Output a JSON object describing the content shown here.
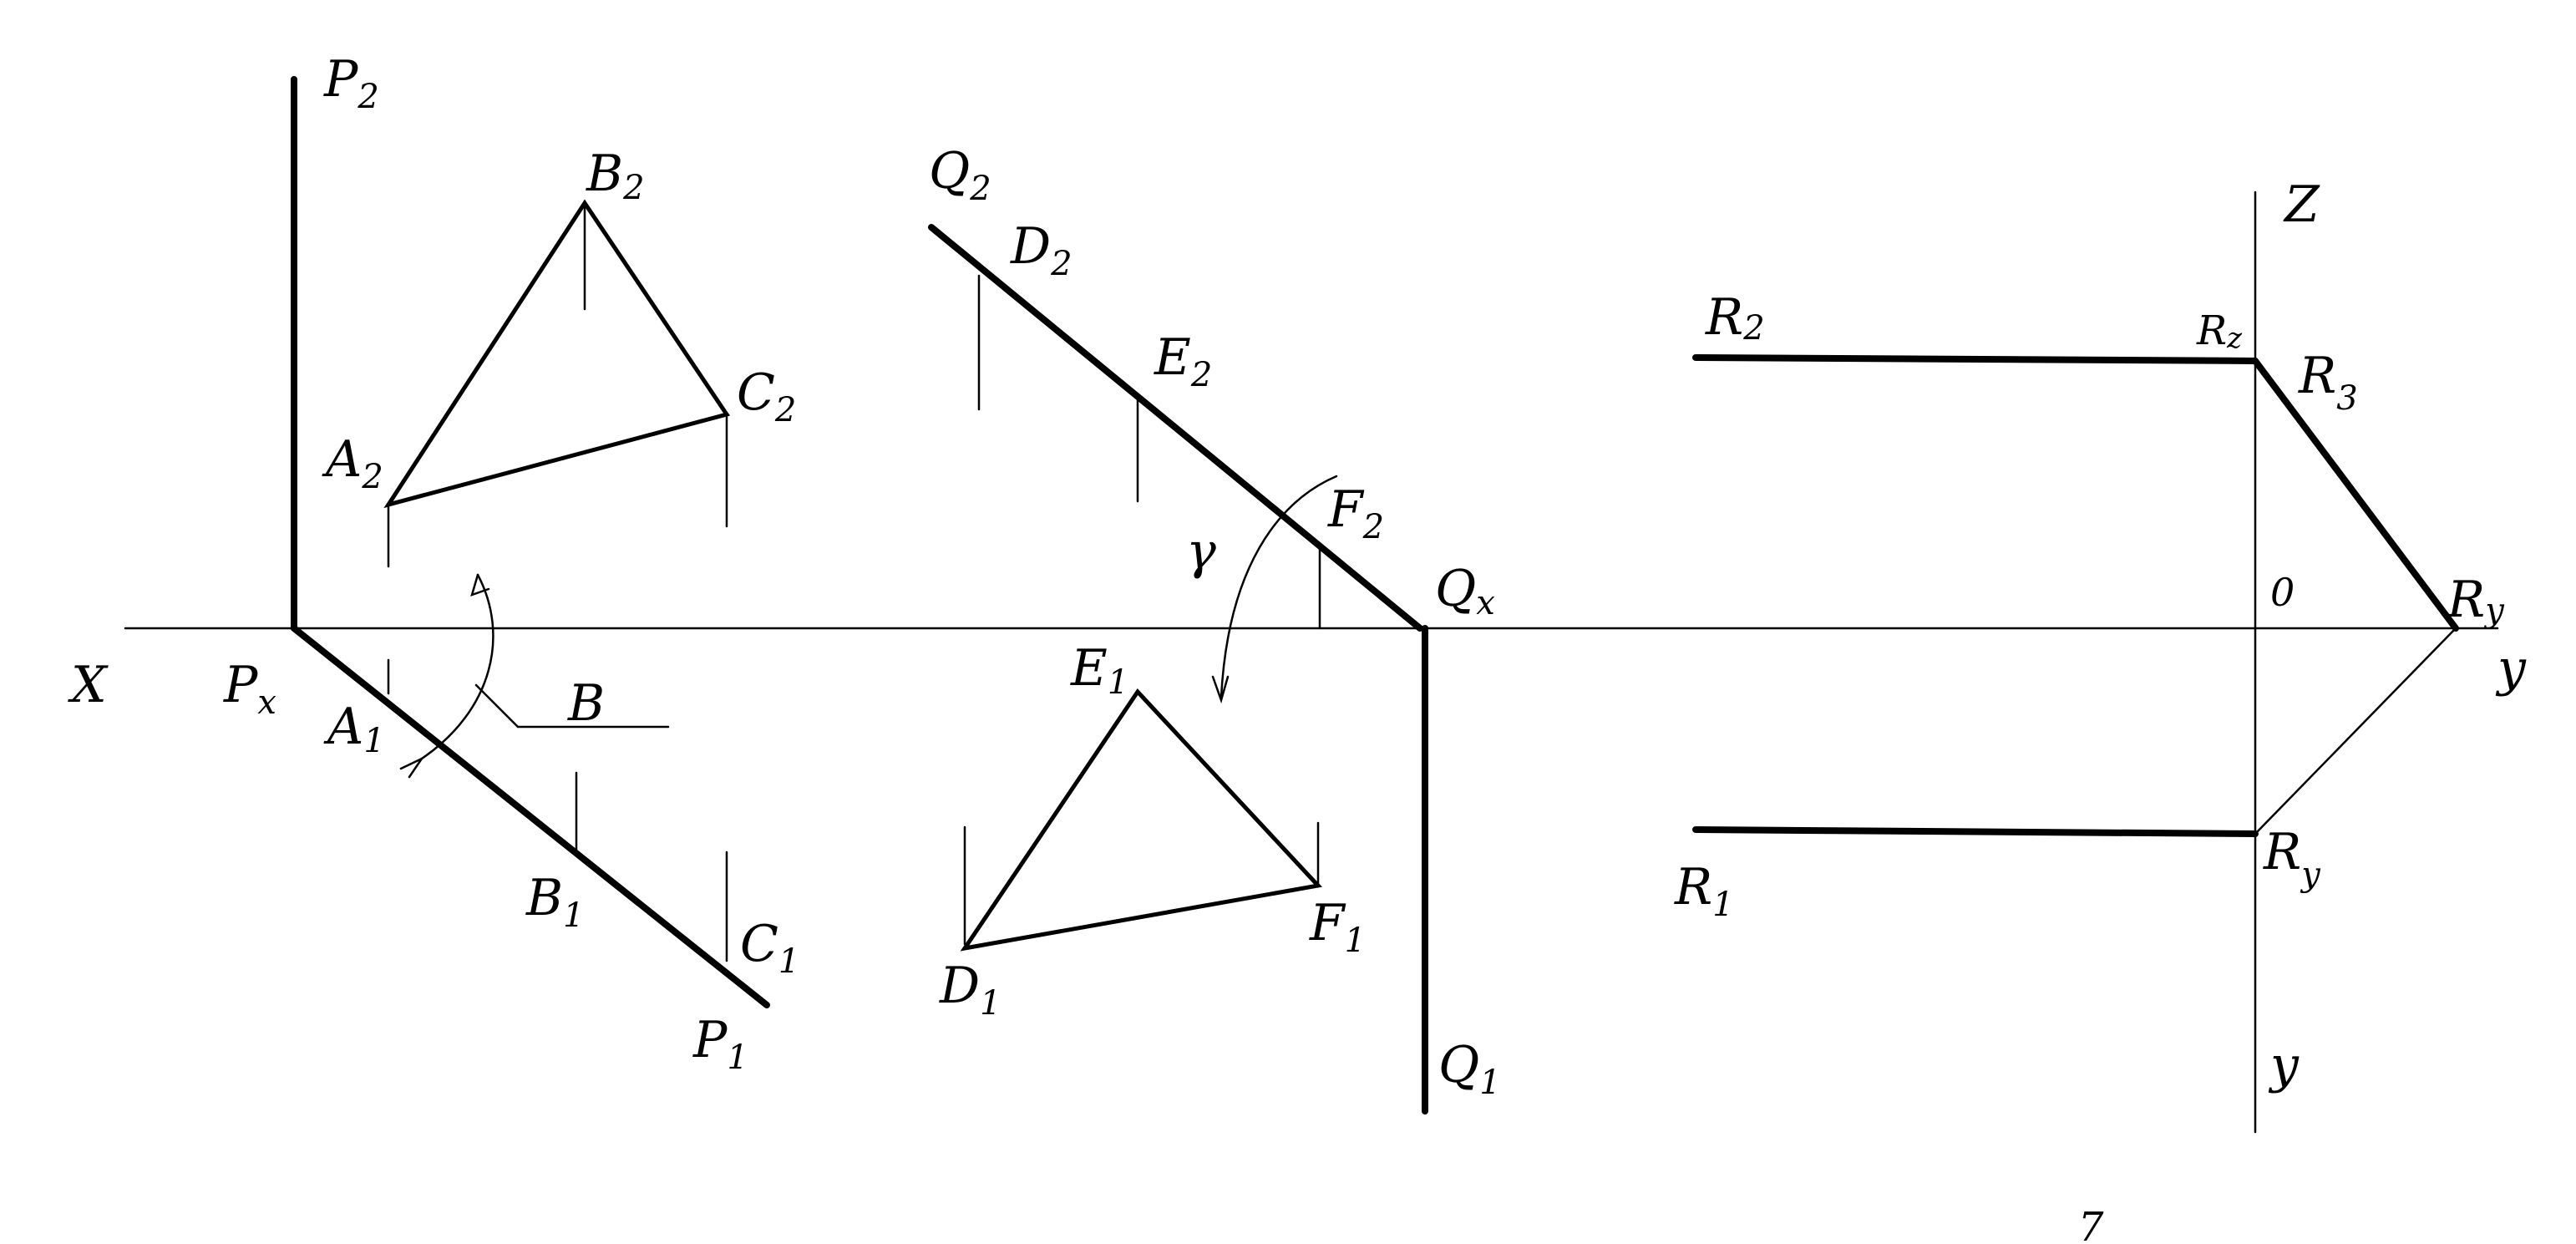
{
  "labels": {
    "P2": {
      "main": "P",
      "sub": "2"
    },
    "B2": {
      "main": "B",
      "sub": "2"
    },
    "C2": {
      "main": "C",
      "sub": "2"
    },
    "A2": {
      "main": "A",
      "sub": "2"
    },
    "Px": {
      "main": "P",
      "sub": "x"
    },
    "A1": {
      "main": "A",
      "sub": "1"
    },
    "B1": {
      "main": "B",
      "sub": "1"
    },
    "C1": {
      "main": "C",
      "sub": "1"
    },
    "P1": {
      "main": "P",
      "sub": "1"
    },
    "beta": {
      "main": "B",
      "sub": ""
    },
    "X": {
      "main": "X",
      "sub": ""
    },
    "Q2": {
      "main": "Q",
      "sub": "2"
    },
    "D2": {
      "main": "D",
      "sub": "2"
    },
    "E2": {
      "main": "E",
      "sub": "2"
    },
    "F2": {
      "main": "F",
      "sub": "2"
    },
    "gamma": {
      "main": "γ",
      "sub": ""
    },
    "Qx": {
      "main": "Q",
      "sub": "x"
    },
    "E1": {
      "main": "E",
      "sub": "1"
    },
    "F1": {
      "main": "F",
      "sub": "1"
    },
    "D1": {
      "main": "D",
      "sub": "1"
    },
    "Q1": {
      "main": "Q",
      "sub": "1"
    },
    "R2": {
      "main": "R",
      "sub": "2"
    },
    "Rz": {
      "main": "R",
      "sub": "z"
    },
    "R3": {
      "main": "R",
      "sub": "3"
    },
    "Z": {
      "main": "Z",
      "sub": ""
    },
    "O": {
      "main": "0",
      "sub": ""
    },
    "Ry_axis": {
      "main": "R",
      "sub": "y"
    },
    "Y_axis": {
      "main": "y",
      "sub": ""
    },
    "R1": {
      "main": "R",
      "sub": "1"
    },
    "Ry_low": {
      "main": "R",
      "sub": "y"
    },
    "Y_low": {
      "main": "y",
      "sub": ""
    },
    "page_no": {
      "main": "7",
      "sub": ""
    }
  }
}
